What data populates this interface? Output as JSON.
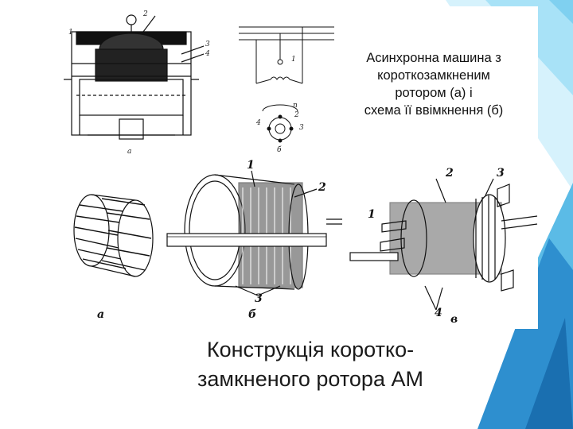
{
  "figure": {
    "caption_lines": [
      "Асинхронна машина з",
      "короткозамкненим",
      "ротором (а) і",
      "схема її ввімкнення (б)"
    ],
    "top_drawing_callouts": [
      "1",
      "2",
      "3",
      "4"
    ],
    "top_drawing_label": "а",
    "schematic_callouts": [
      "1",
      "n",
      "2",
      "3",
      "4"
    ],
    "schematic_label": "б",
    "lower_labels": {
      "cage": "а",
      "rotor_b": "б",
      "rotor_c": "в",
      "rotor_b_callouts": [
        "1",
        "2",
        "3"
      ],
      "rotor_c_callouts": [
        "1",
        "2",
        "3",
        "4"
      ]
    }
  },
  "title": {
    "lines": [
      "Конструкція коротко-",
      "замкненого ротора АМ"
    ]
  },
  "colors": {
    "accent_dark": "#1a7bb8",
    "accent_mid": "#3ea0d8",
    "accent_light": "#7fd0f0",
    "accent_pale": "#c4ecfa"
  }
}
